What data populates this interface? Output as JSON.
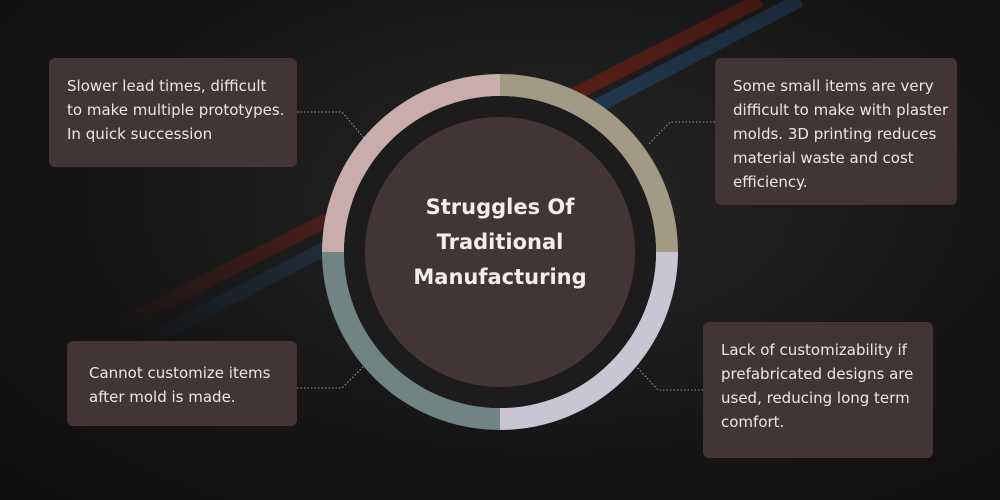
{
  "title": [
    "Struggles Of",
    "Traditional",
    "Manufacturing"
  ],
  "items": [
    {
      "position": "top-left",
      "lines": [
        "Slower lead times, difficult",
        "to make multiple prototypes.",
        "In quick succession"
      ]
    },
    {
      "position": "top-right",
      "lines": [
        "Some small items are very",
        "difficult to make with plaster",
        "molds. 3D printing reduces",
        "material waste and cost",
        "efficiency."
      ]
    },
    {
      "position": "bottom-left",
      "lines": [
        "Cannot customize items",
        "after mold is made."
      ]
    },
    {
      "position": "bottom-right",
      "lines": [
        "Lack of customizability if",
        "prefabricated designs are",
        "used, reducing long term",
        "comfort."
      ]
    }
  ],
  "colors": {
    "background": "#161616",
    "box": "#433535",
    "center": "#433535",
    "segment_top_left": "#c9adad",
    "segment_top_right": "#a29a84",
    "segment_bottom_right": "#c9c5d2",
    "segment_bottom_left": "#6f8483",
    "connector": "#9a9a9a"
  }
}
